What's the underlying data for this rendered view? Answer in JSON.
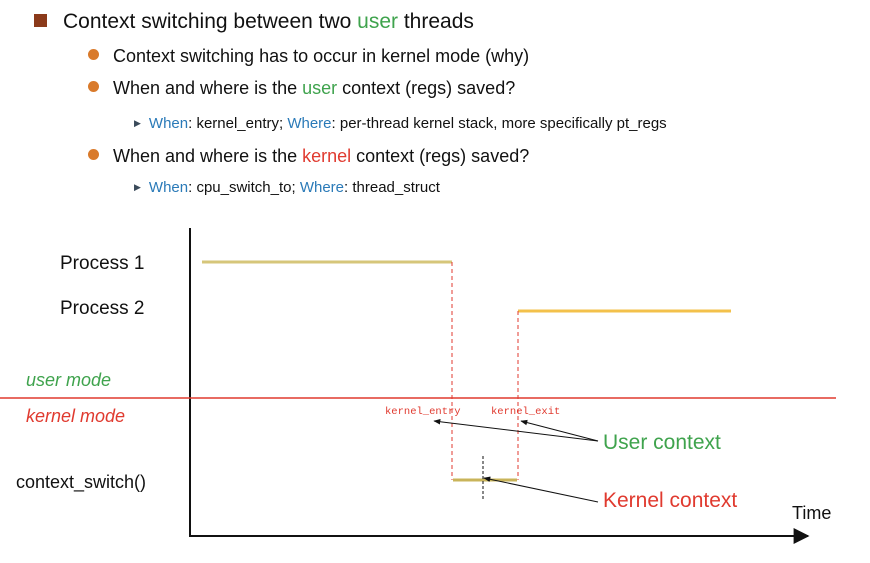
{
  "bullets": {
    "l1": {
      "pre": "Context switching between two ",
      "hl": "user",
      "post": " threads"
    },
    "l2a": "Context switching has to occur in kernel mode (why)",
    "l2b": {
      "pre": "When and where is the ",
      "hl": "user",
      "post": " context (regs) saved?"
    },
    "l3a": {
      "when_label": "When",
      "when_val": ": kernel_entry; ",
      "where_label": "Where",
      "where_val": ": per-thread kernel stack, more specifically pt_regs"
    },
    "l2c": {
      "pre": "When and where is the ",
      "hl": "kernel",
      "post": " context (regs) saved?"
    },
    "l3b": {
      "when_label": "When",
      "when_val": ": cpu_switch_to; ",
      "where_label": "Where",
      "where_val": ": thread_struct"
    }
  },
  "figure": {
    "process1": "Process 1",
    "process2": "Process 2",
    "user_mode": "user mode",
    "kernel_mode": "kernel mode",
    "context_switch": "context_switch()",
    "kernel_entry": "kernel_entry",
    "kernel_exit": "kernel_exit",
    "user_context": "User context",
    "kernel_context": "Kernel context",
    "time": "Time"
  },
  "colors": {
    "title_bullet": "#8b3a1a",
    "sub_bullet": "#d97a2b",
    "green": "#3fa34d",
    "red": "#e03a2f",
    "blue": "#2a7ab8",
    "process1_line": "#d6c67a",
    "process2_line": "#f3c14b",
    "kernel_line": "#c9b45a"
  }
}
